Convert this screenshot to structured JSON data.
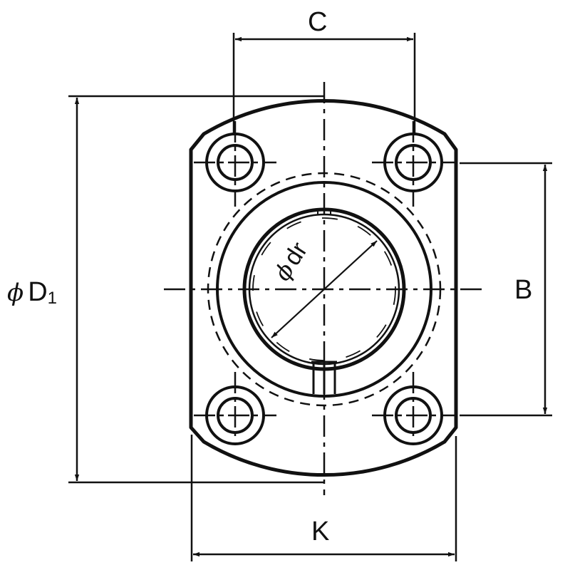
{
  "drawing": {
    "subject": "Flange-mounted linear bushing (oval flange with keyed bore), front view",
    "line_color": "#111111",
    "background": "#ffffff"
  },
  "dimensions": {
    "c": {
      "label": "C",
      "description": "horizontal bolt hole pitch"
    },
    "d1": {
      "symbol": "ϕ",
      "label": "D",
      "subscript": "1",
      "description": "flange overall diameter (height)"
    },
    "b": {
      "label": "B",
      "description": "vertical bolt hole pitch"
    },
    "k": {
      "label": "K",
      "description": "flange width across flats"
    },
    "dr": {
      "symbol": "ϕ",
      "label": "dr",
      "description": "bore / shaft diameter"
    }
  },
  "features": {
    "bolt_holes": [
      {
        "position": "top-left"
      },
      {
        "position": "top-right"
      },
      {
        "position": "bottom-left"
      },
      {
        "position": "bottom-right"
      }
    ],
    "bolt_circle": "dashed",
    "key_slot": "bottom",
    "center_lines": "dash-dot"
  }
}
